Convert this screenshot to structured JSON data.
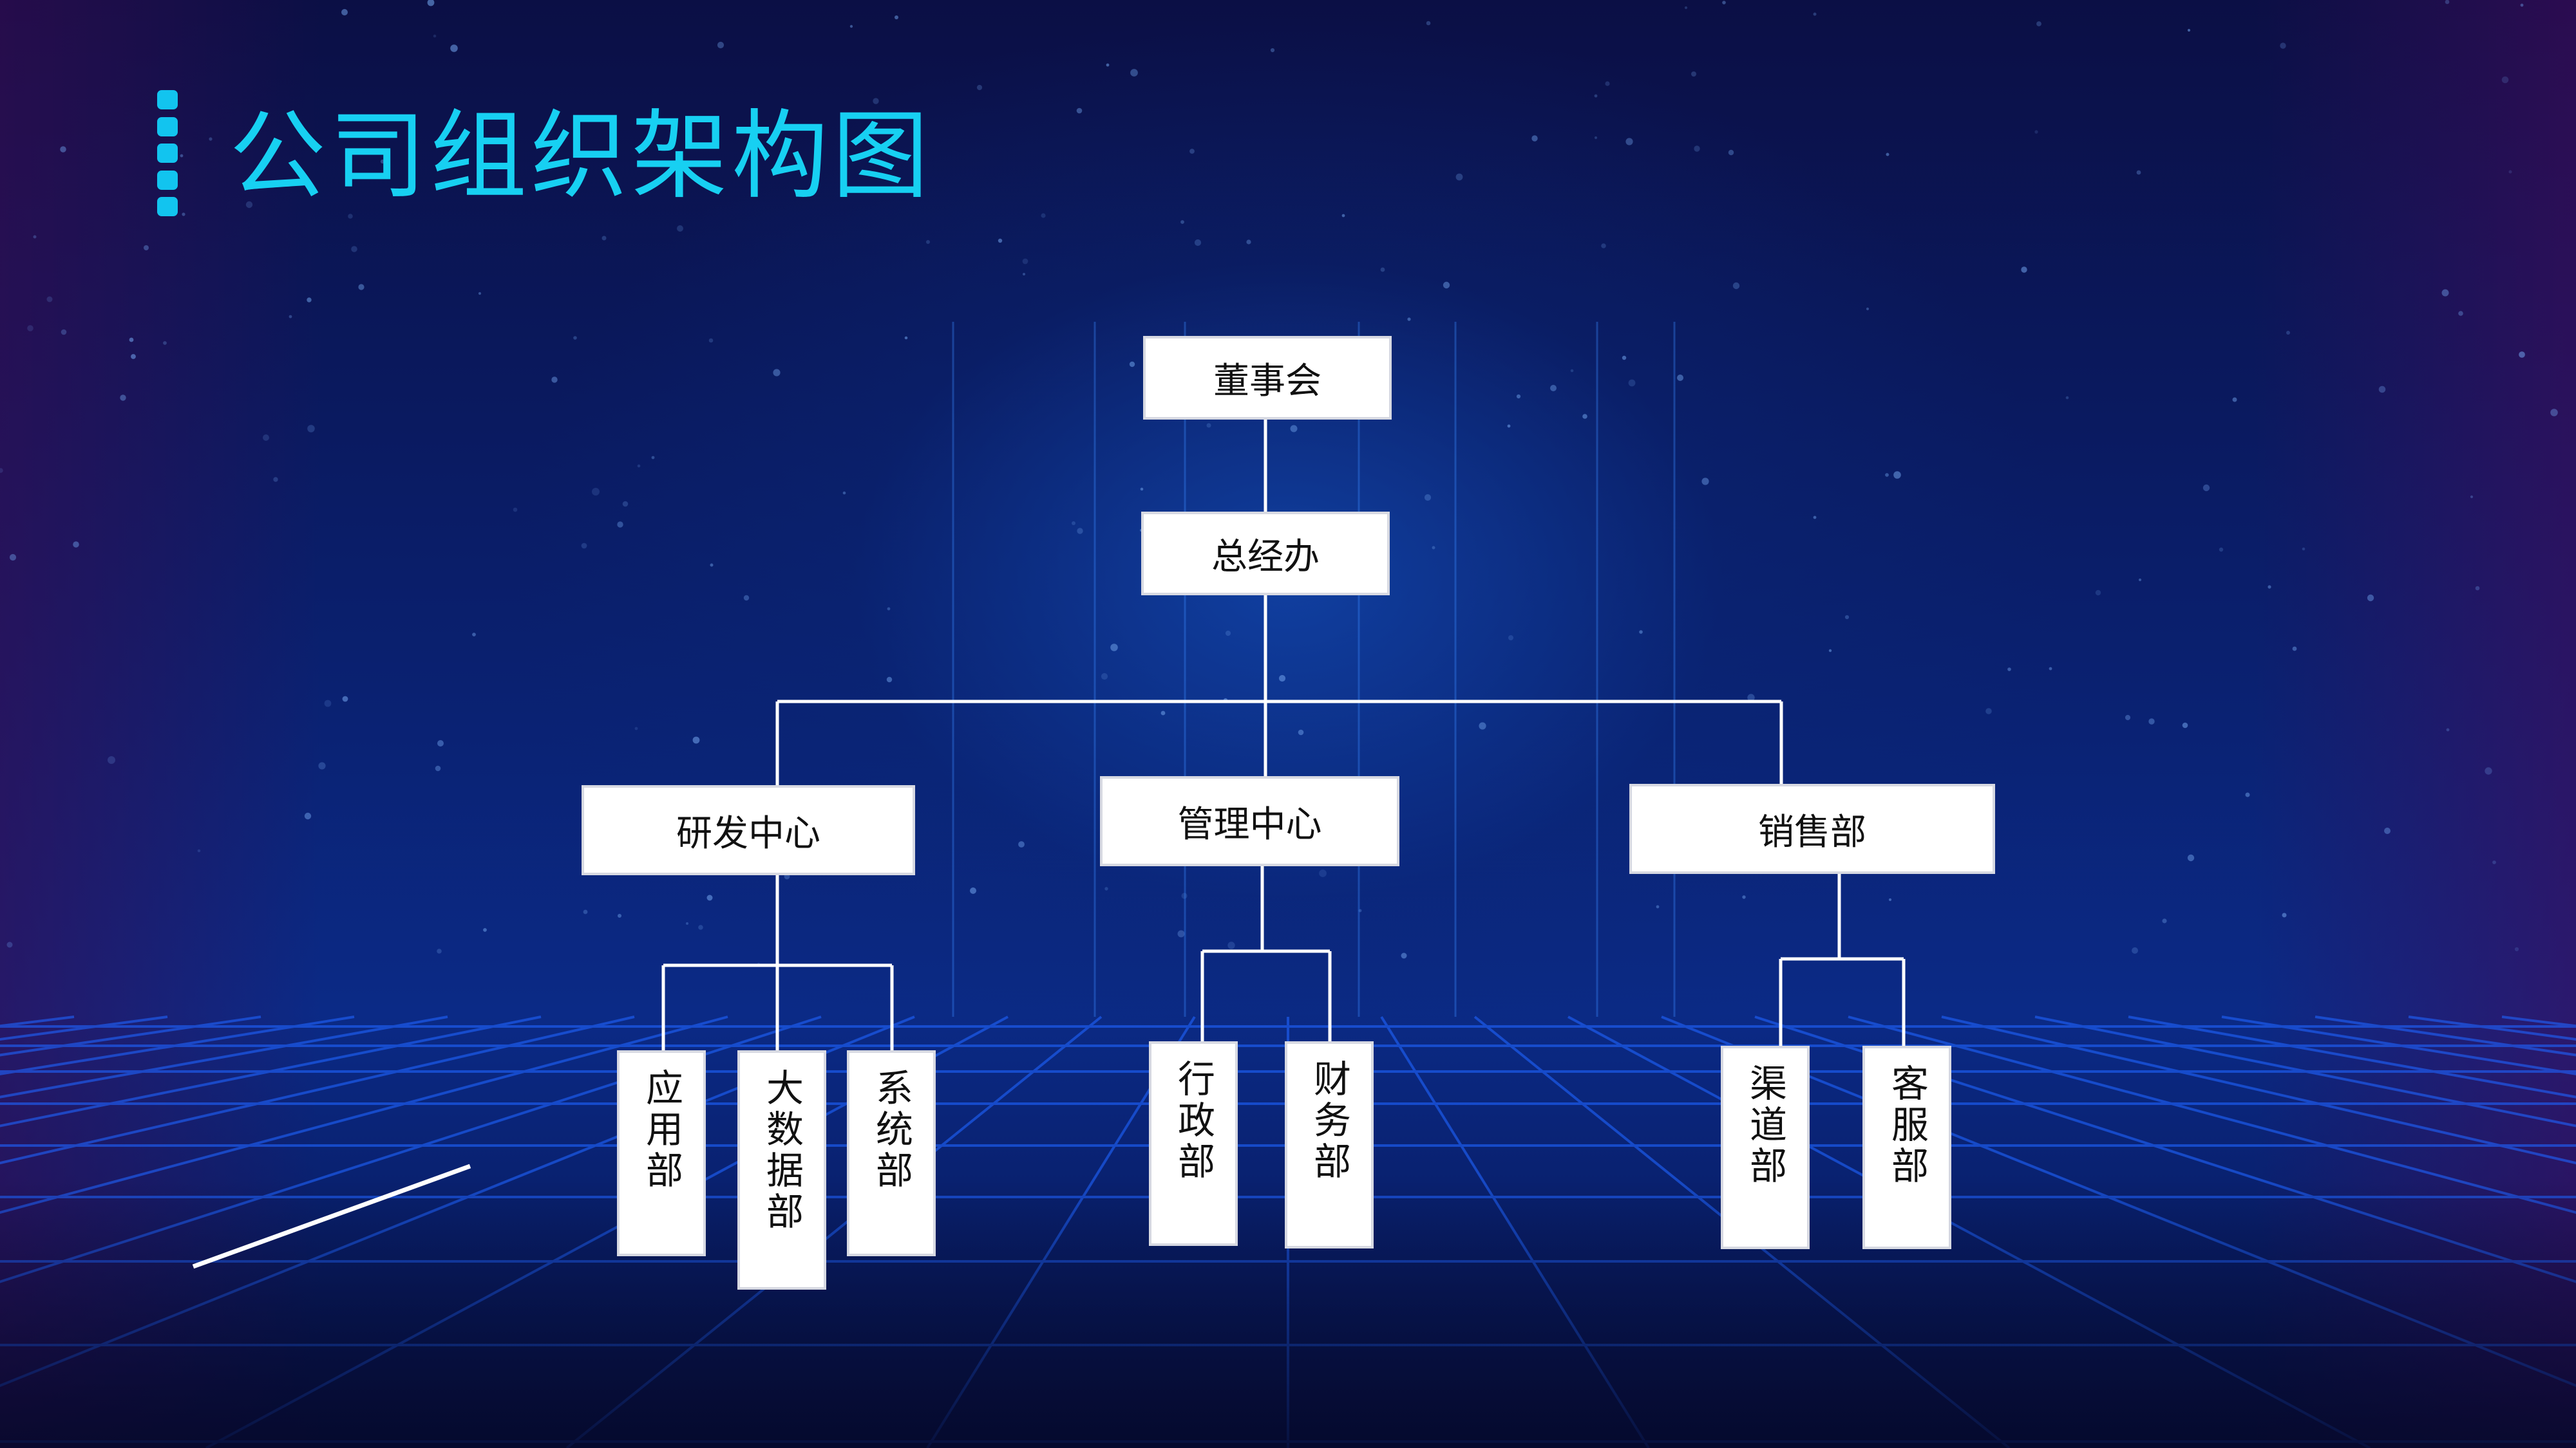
{
  "title": "公司组织架构图",
  "colors": {
    "accent": "#17d0f2",
    "node_bg": "#ffffff",
    "line": "#ffffff"
  },
  "org": {
    "board": "董事会",
    "gm_office": "总经办",
    "rd_center": "研发中心",
    "mgmt_center": "管理中心",
    "sales_dept": "销售部",
    "rd_children": [
      "应用部",
      "大数据部",
      "系统部"
    ],
    "mgmt_children": [
      "行政部",
      "财务部"
    ],
    "sales_children": [
      "渠道部",
      "客服部"
    ]
  }
}
